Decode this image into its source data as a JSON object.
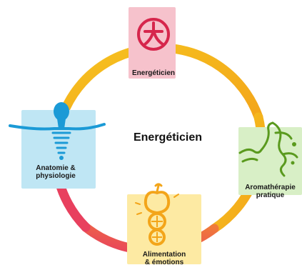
{
  "center": {
    "title": "Energéticien"
  },
  "nodes": {
    "top": {
      "label": "Energéticien",
      "icon": "energy-symbol-icon",
      "card_color": "#f6c2cc",
      "accent": "#d6264c"
    },
    "right": {
      "label": "Aromathérapie pratique",
      "label_line1": "Aromathérapie",
      "label_line2": "pratique",
      "icon": "plant-face-icon",
      "card_color": "#d8efc6",
      "accent": "#5a9a1e"
    },
    "bottom": {
      "label": "Alimentation & émotions",
      "label_line1": "Alimentation",
      "label_line2": "& émotions",
      "icon": "fruit-icon",
      "card_color": "#fdeaa3",
      "accent": "#f3a51a"
    },
    "left": {
      "label": "Anatomie & physiologie",
      "label_line1": "Anatomie &",
      "label_line2": "physiologie",
      "icon": "body-figure-icon",
      "card_color": "#bfe6f4",
      "accent": "#1b9ad6"
    }
  },
  "ring_colors": {
    "top": "#f6b21f",
    "right": "#f3a51a",
    "bottom": "#e8405e",
    "left": "#e8405e"
  }
}
